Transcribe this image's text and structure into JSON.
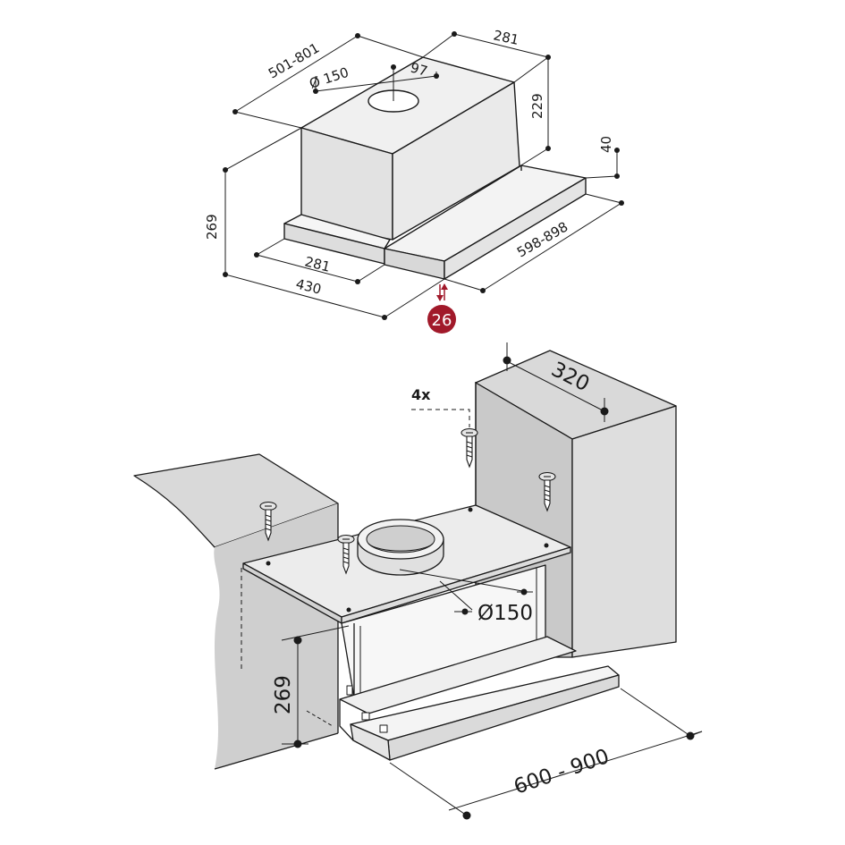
{
  "top_view": {
    "width_ext": "501-801",
    "diam_outlet": "Ø 150",
    "offset_97": "97",
    "depth_top": "281",
    "height_chimney": "229",
    "strip_40": "40",
    "height_269": "269",
    "depth_281": "281",
    "depth_430": "430",
    "width_598_898": "598-898",
    "badge": "26"
  },
  "install_view": {
    "cabinet_320": "320",
    "screws_4x": "4x",
    "diam_150": "Ø150",
    "height_269": "269",
    "width_600_900": "600 - 900"
  },
  "colors": {
    "line": "#1a1a1a",
    "cabinet_fill": "#d9d9d9",
    "hood_fill": "#ececec",
    "badge": "#a1192a"
  }
}
